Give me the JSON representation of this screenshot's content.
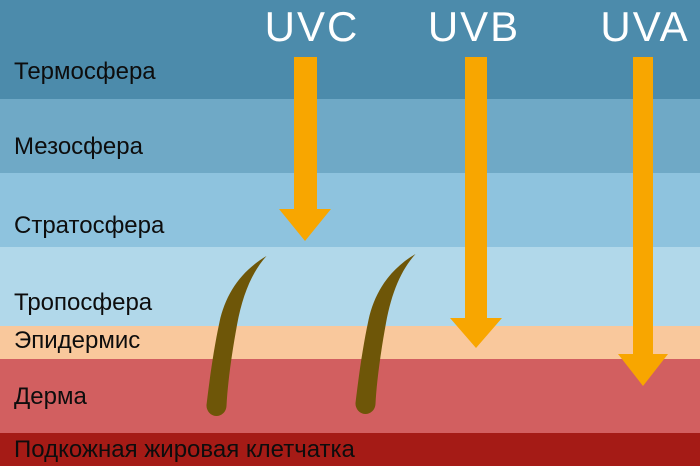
{
  "rays": [
    {
      "label": "UVC"
    },
    {
      "label": "UVB"
    },
    {
      "label": "UVA"
    }
  ],
  "layers": [
    {
      "label": "Термосфера",
      "color": "#4c8bab"
    },
    {
      "label": "Мезосфера",
      "color": "#6fa9c6"
    },
    {
      "label": "Стратосфера",
      "color": "#8ec3de"
    },
    {
      "label": "Тропосфера",
      "color": "#b1d8ea"
    },
    {
      "label": "Эпидермис",
      "color": "#f9c89c"
    },
    {
      "label": "Дерма",
      "color": "#d25f60"
    },
    {
      "label": "Подкожная жировая клетчатка",
      "color": "#a51b16"
    }
  ],
  "colors": {
    "arrow": "#f8a600",
    "hair": "#6e5608",
    "ray_label_text": "#ffffff",
    "layer_label_text": "#0d0d0d"
  }
}
